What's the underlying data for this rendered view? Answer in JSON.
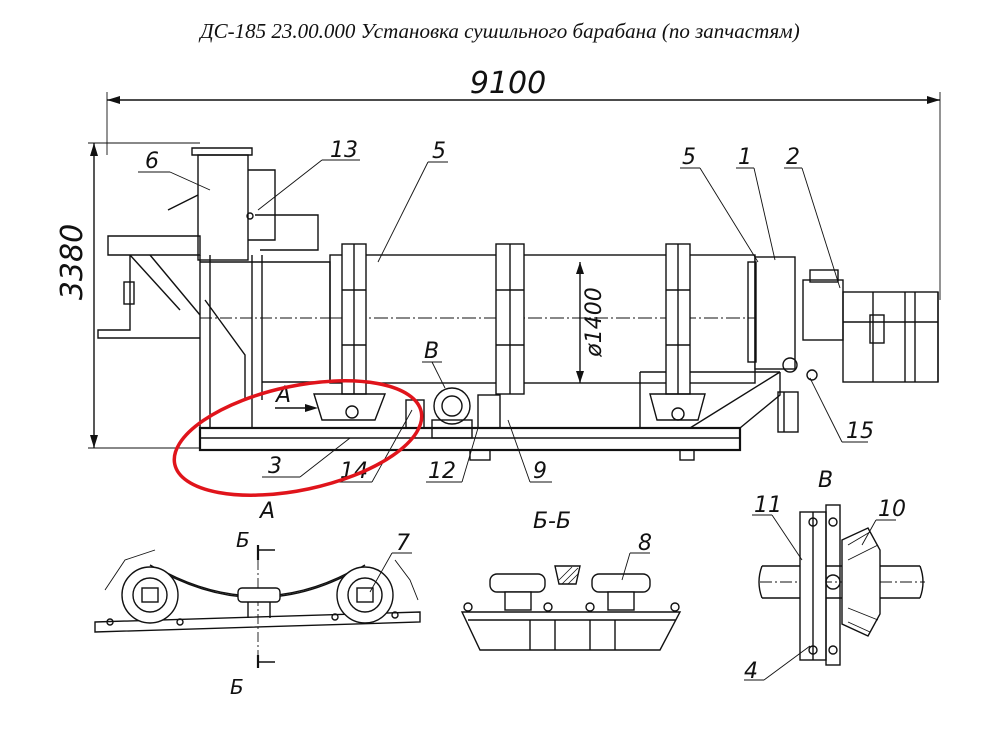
{
  "title": "ДС-185 23.00.000 Установка сушильного барабана (по запчастям)",
  "dimensions": {
    "length": "9100",
    "height": "3380",
    "diameter": "ø1400"
  },
  "callouts": {
    "c1": "1",
    "c2": "2",
    "c3": "3",
    "c4": "4",
    "c5a": "5",
    "c5b": "5",
    "c6": "6",
    "c7": "7",
    "c8": "8",
    "c9": "9",
    "c10": "10",
    "c11": "11",
    "c12": "12",
    "c13": "13",
    "c14": "14",
    "c15": "15"
  },
  "views": {
    "a_arrow": "А",
    "a_view": "А",
    "b_view": "В",
    "b_section": "Б-Б",
    "b_cut_top": "Б",
    "b_cut_bottom": "Б",
    "v_view": "В"
  },
  "highlight": {
    "color": "#e0141b"
  }
}
